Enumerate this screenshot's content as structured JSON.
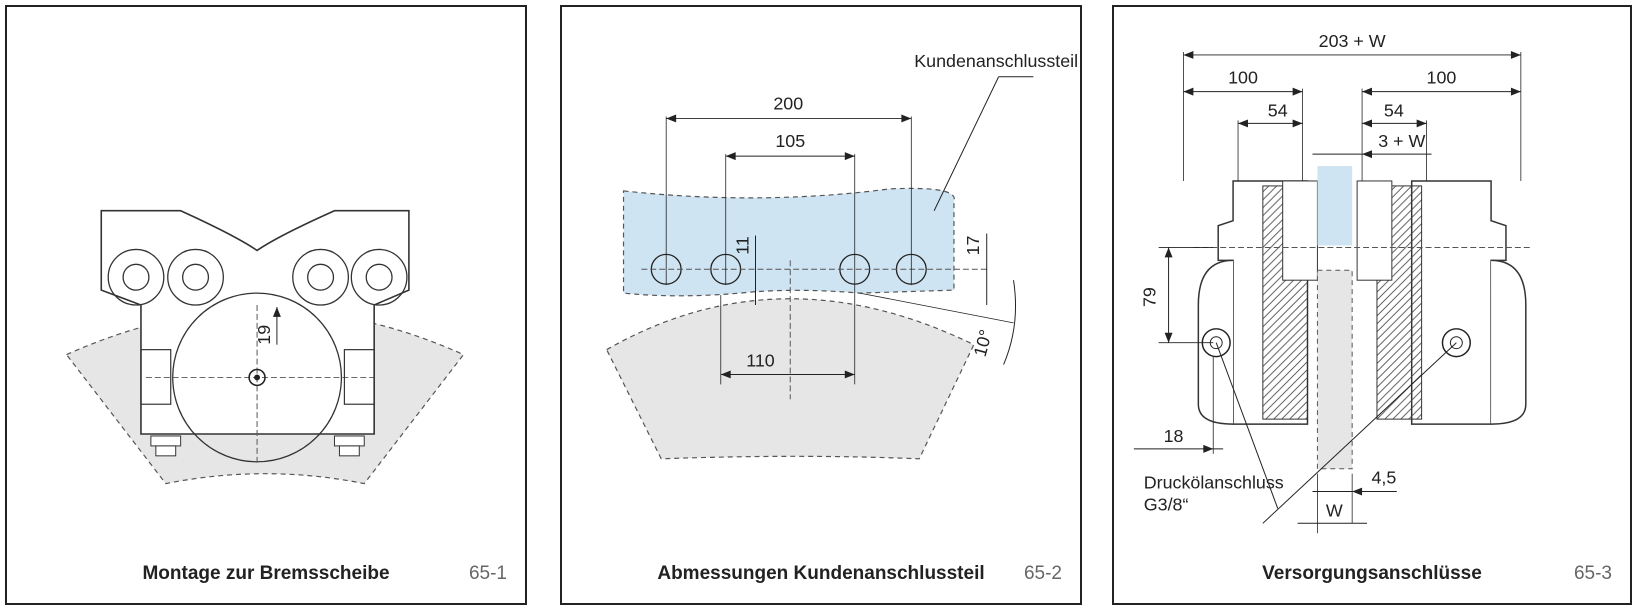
{
  "panels": [
    {
      "caption": "Montage zur Bremsscheibe",
      "fig_id": "65-1",
      "dims": {
        "d19": "19"
      }
    },
    {
      "caption": "Abmessungen Kundenanschlussteil",
      "fig_id": "65-2",
      "label_part": "Kundenanschlussteil",
      "dims": {
        "d200": "200",
        "d105": "105",
        "d110": "110",
        "d11": "11",
        "d17": "17",
        "angle": "10°"
      }
    },
    {
      "caption": "Versorgungsanschlüsse",
      "fig_id": "65-3",
      "label_port_line1": "Druckölanschluss",
      "label_port_line2": "G3/8“",
      "dims": {
        "total": "203 + W",
        "left100": "100",
        "right100": "100",
        "left54": "54",
        "right54": "54",
        "gap": "3 + W",
        "h79": "79",
        "d18": "18",
        "d45": "4,5",
        "w": "W"
      }
    }
  ],
  "colors": {
    "blue_fill": "#cfe4f3",
    "grey_fill": "#e6e6e6",
    "line": "#222222"
  }
}
